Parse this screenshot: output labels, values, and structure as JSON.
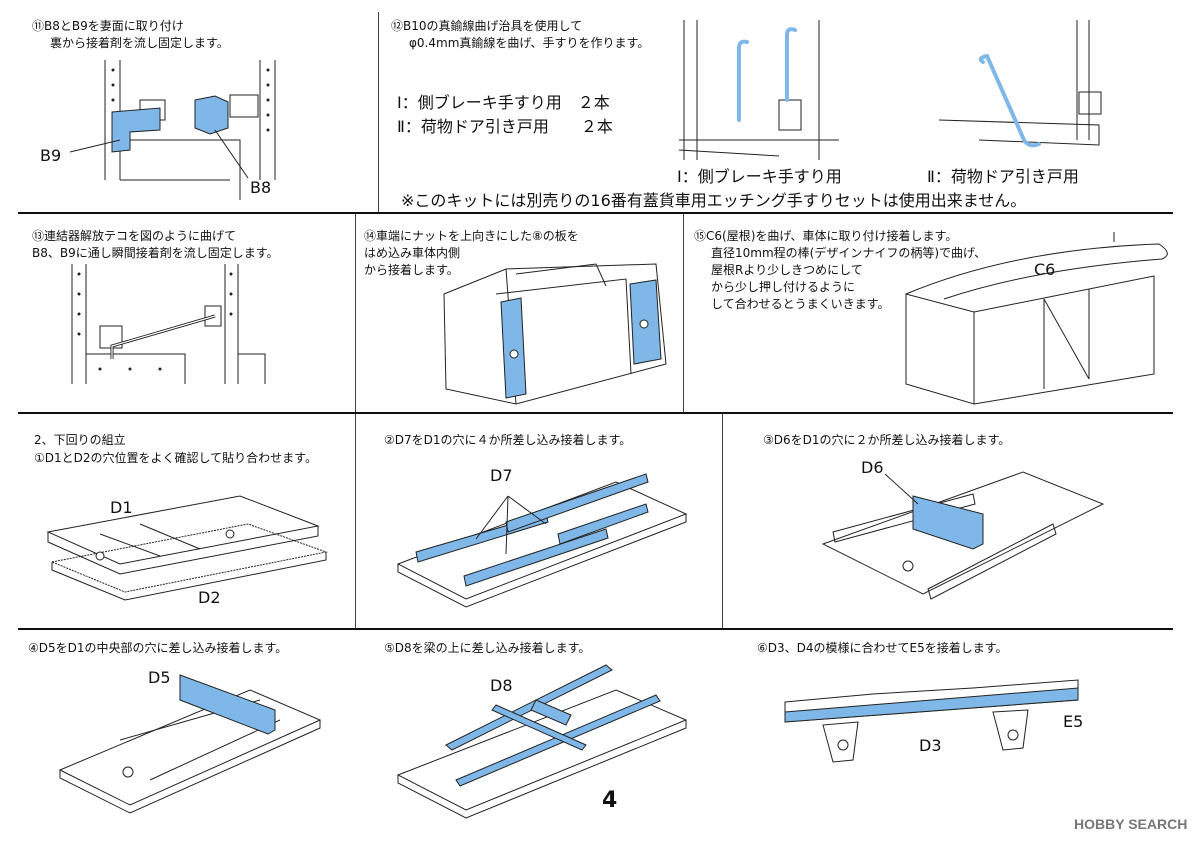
{
  "steps": {
    "s11": {
      "line1": "⑪B8とB9を妻面に取り付け",
      "line2": "裏から接着剤を流し固定します。",
      "label_b9": "B9",
      "label_b8": "B8"
    },
    "s12": {
      "line1": "⑫B10の真鍮線曲げ治具を使用して",
      "line2": "φ0.4mm真鍮線を曲げ、手すりを作ります。",
      "item1": "Ⅰ：側ブレーキ手すり用　２本",
      "item2": "Ⅱ：荷物ドア引き戸用　　２本",
      "caption1": "Ⅰ：側ブレーキ手すり用",
      "caption2": "Ⅱ：荷物ドア引き戸用",
      "note": "※このキットには別売りの16番有蓋貨車用エッチング手すりセットは使用出来ません。"
    },
    "s13": {
      "line1": "⑬連結器解放テコを図のように曲げて",
      "line2": "B8、B9に通し瞬間接着剤を流し固定します。"
    },
    "s14": {
      "line1": "⑭車端にナットを上向きにした⑧の板を",
      "line2": "はめ込み車体内側",
      "line3": "から接着します。"
    },
    "s15": {
      "line1": "⑮C6(屋根)を曲げ、車体に取り付け接着します。",
      "line2": "直径10mm程の棒(デザインナイフの柄等)で曲げ、",
      "line3": "屋根Rより少しきつめにして",
      "line4": "から少し押し付けるように",
      "line5": "して合わせるとうまくいきます。",
      "label_c6": "C6"
    },
    "u1": {
      "heading": "2、下回りの組立",
      "line1": "①D1とD2の穴位置をよく確認して貼り合わせます。",
      "label_d1": "D1",
      "label_d2": "D2"
    },
    "u2": {
      "line1": "②D7をD1の穴に４か所差し込み接着します。",
      "label_d7": "D7"
    },
    "u3": {
      "line1": "③D6をD1の穴に２か所差し込み接着します。",
      "label_d6": "D6"
    },
    "u4": {
      "line1": "④D5をD1の中央部の穴に差し込み接着します。",
      "label_d5": "D5"
    },
    "u5": {
      "line1": "⑤D8を梁の上に差し込み接着します。",
      "label_d8": "D8"
    },
    "u6": {
      "line1": "⑥D3、D4の模様に合わせてE5を接着します。",
      "label_d3": "D3",
      "label_e5": "E5"
    }
  },
  "page_number": "4",
  "watermark": "HOBBY SEARCH",
  "colors": {
    "part_blue": "#7fb8e8",
    "line": "#222222"
  }
}
